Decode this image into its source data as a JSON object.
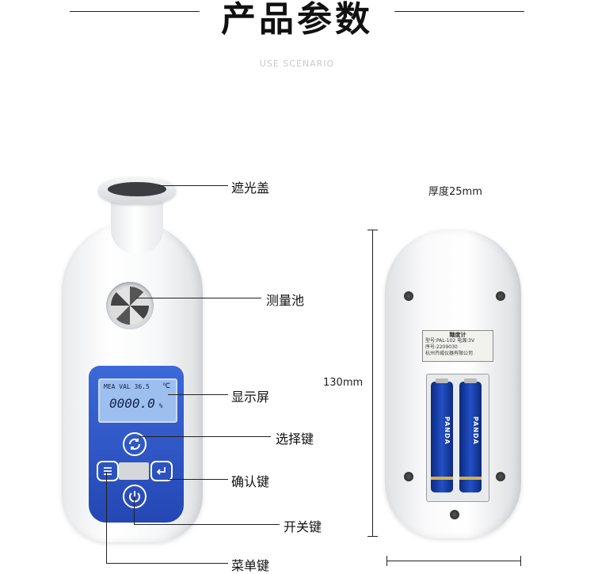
{
  "header": {
    "title": "产品参数",
    "subtitle": "USE SCENARIO"
  },
  "callouts": {
    "cap": "遮光盖",
    "well": "测量池",
    "display": "显示屏",
    "select_key": "选择键",
    "confirm_key": "确认键",
    "power_key": "开关键",
    "menu_key": "菜单键"
  },
  "dimensions": {
    "thickness": "厚度25mm",
    "height": "130mm"
  },
  "screen": {
    "line1": "MEA VAL   36.5",
    "unit": "℃",
    "value": "0000.0",
    "percent": "%"
  },
  "back_label": {
    "title": "糖度计",
    "line1": "型号:PAL-102   电源:3V",
    "line2": "序号:2209030",
    "line3": "杭州齐威仪器有限公司"
  },
  "battery": {
    "brand": "PANDA"
  },
  "icons": {
    "select": "refresh-icon",
    "menu": "menu-icon",
    "confirm": "enter-icon",
    "power": "power-icon"
  },
  "colors": {
    "panel_blue": "#2f58c8",
    "screen_blue": "#9dbff0"
  }
}
